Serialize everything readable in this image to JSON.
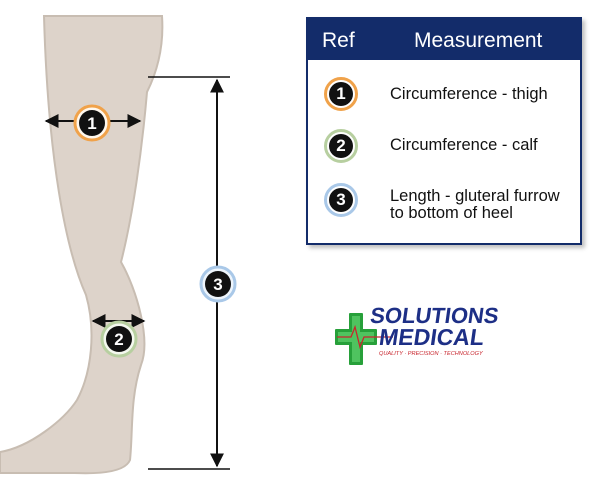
{
  "legend": {
    "header_ref": "Ref",
    "header_measurement": "Measurement",
    "rows": [
      {
        "ref": "1",
        "label": "Circumference - thigh",
        "ring_color": "#f0a24a"
      },
      {
        "ref": "2",
        "label": "Circumference - calf",
        "ring_color": "#b7cfa0"
      },
      {
        "ref": "3",
        "label": "Length - gluteral furrow to bottom of heel",
        "ring_color": "#a9c8e8"
      }
    ]
  },
  "diagram": {
    "markers": [
      {
        "ref": "1",
        "ring_color": "#f0a24a"
      },
      {
        "ref": "2",
        "ring_color": "#b7cfa0"
      },
      {
        "ref": "3",
        "ring_color": "#a9c8e8"
      }
    ],
    "leg_color": "#ddd3ca",
    "leg_outline": "#c8bdb2"
  },
  "logo": {
    "line1": "SOLUTIONS",
    "line2": "MEDICAL",
    "tagline": "QUALITY · PRECISION · TECHNOLOGY",
    "cross_color": "#27a03a",
    "text_color": "#1d2f86"
  }
}
